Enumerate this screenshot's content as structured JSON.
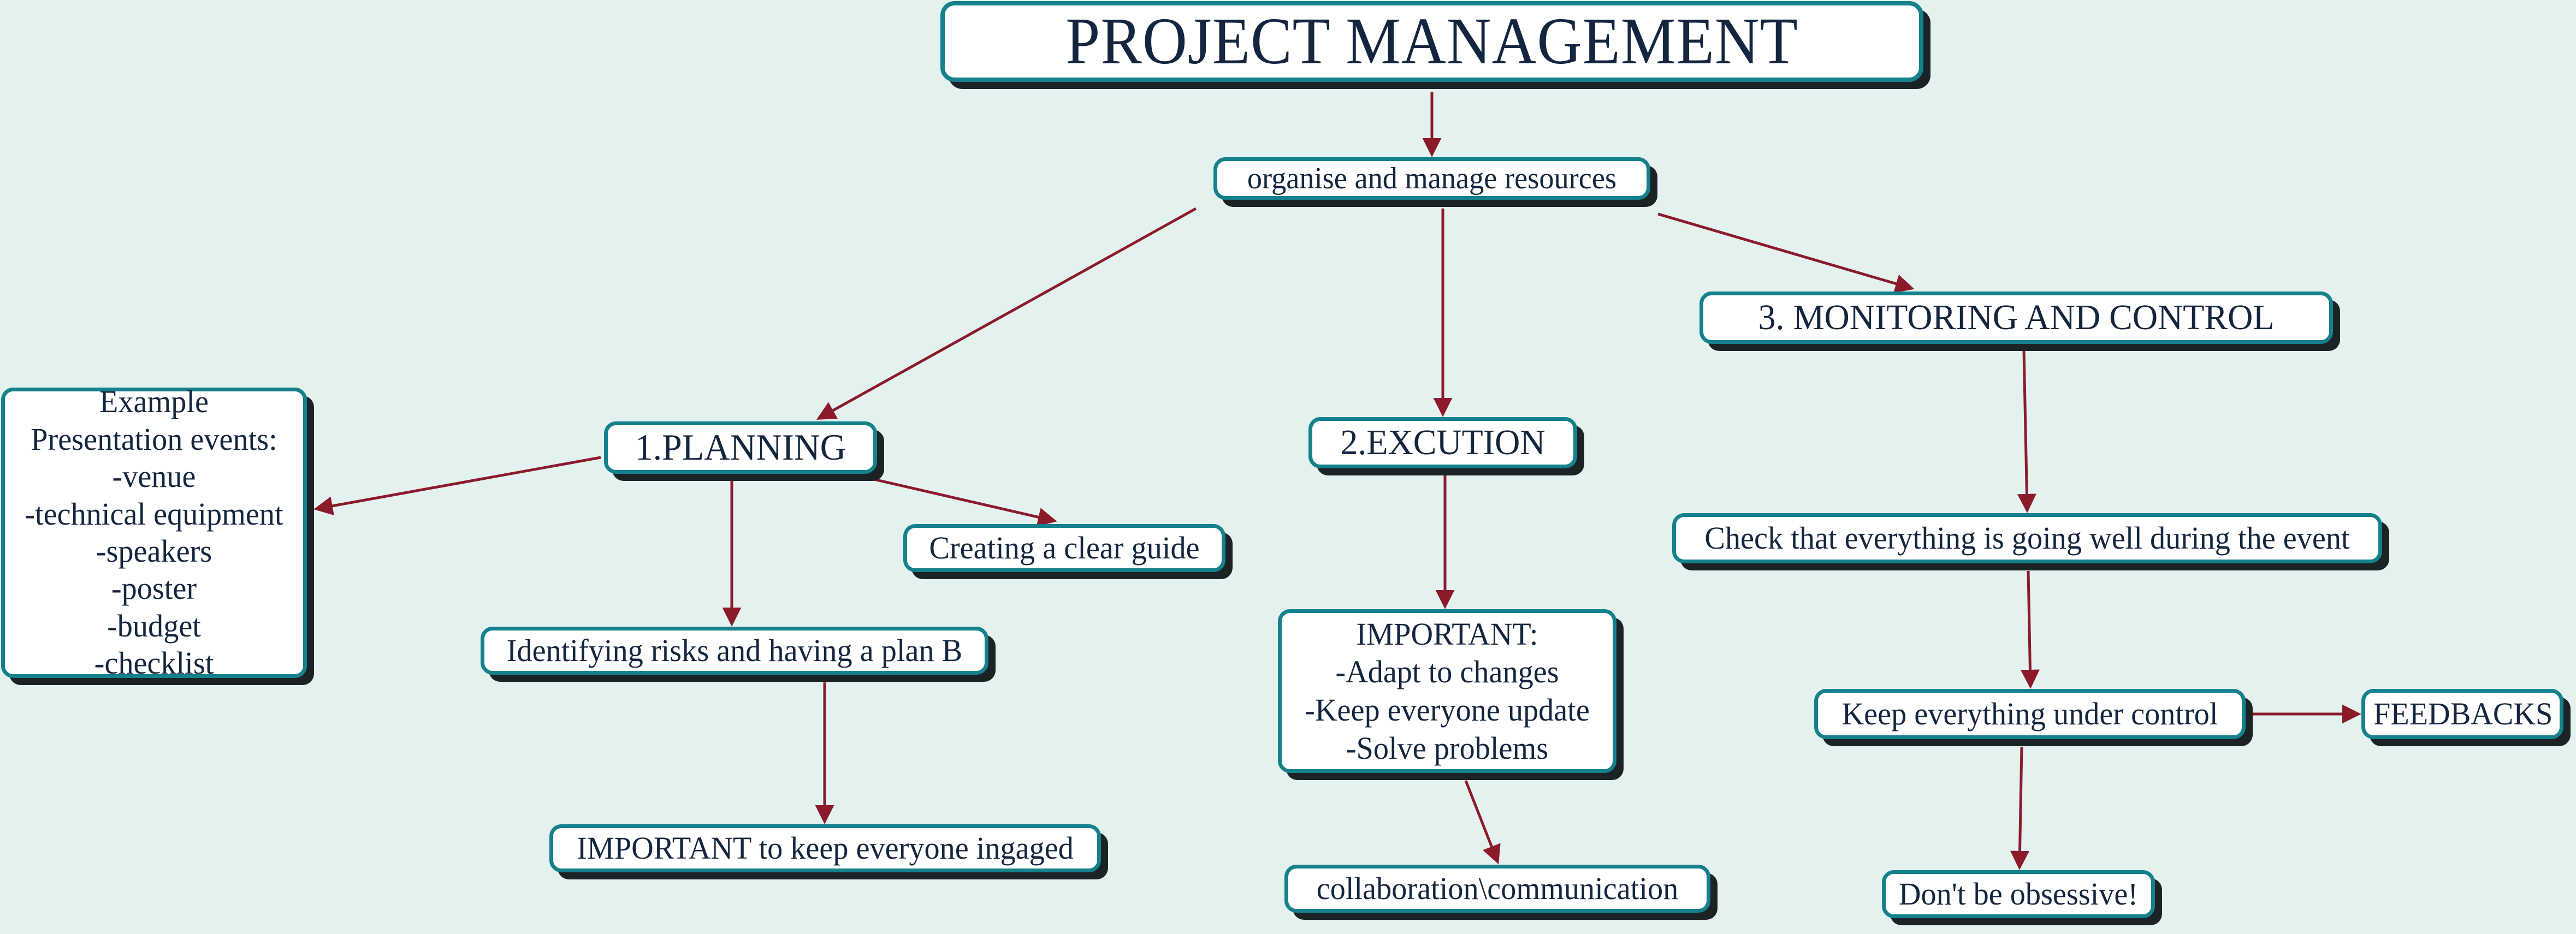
{
  "colors": {
    "background": "#e4f2ef",
    "node_fill": "#ffffff",
    "node_border": "#14818c",
    "node_shadow": "#1c2327",
    "text": "#14263f",
    "edge": "#8b1b2b"
  },
  "diagram": {
    "type": "mind-map",
    "title": "PROJECT MANAGEMENT",
    "nodes": {
      "title": "PROJECT MANAGEMENT",
      "organise": "organise and manage resources",
      "planning": "1.PLANNING",
      "execution": "2.EXCUTION",
      "monitoring": "3. MONITORING AND CONTROL",
      "example": "Example\nPresentation events:\n-venue\n-technical equipment\n-speakers\n-poster\n-budget\n-checklist",
      "creating": "Creating a clear guide",
      "identifying": "Identifying risks and having a plan B",
      "engaged": "IMPORTANT to keep everyone ingaged",
      "important": "IMPORTANT:\n-Adapt to changes\n-Keep everyone update\n-Solve problems",
      "collaboration": "collaboration\\communication",
      "check": "Check that everything is going well during the event",
      "keep_control": "Keep everything under control",
      "feedbacks": "FEEDBACKS",
      "obsessive": "Don't be obsessive!"
    },
    "edges": [
      {
        "from": "title",
        "to": "organise"
      },
      {
        "from": "organise",
        "to": "planning"
      },
      {
        "from": "organise",
        "to": "execution"
      },
      {
        "from": "organise",
        "to": "monitoring"
      },
      {
        "from": "planning",
        "to": "example"
      },
      {
        "from": "planning",
        "to": "creating"
      },
      {
        "from": "planning",
        "to": "identifying"
      },
      {
        "from": "identifying",
        "to": "engaged"
      },
      {
        "from": "execution",
        "to": "important"
      },
      {
        "from": "important",
        "to": "collaboration"
      },
      {
        "from": "monitoring",
        "to": "check"
      },
      {
        "from": "check",
        "to": "keep_control"
      },
      {
        "from": "keep_control",
        "to": "feedbacks"
      },
      {
        "from": "keep_control",
        "to": "obsessive"
      }
    ]
  }
}
